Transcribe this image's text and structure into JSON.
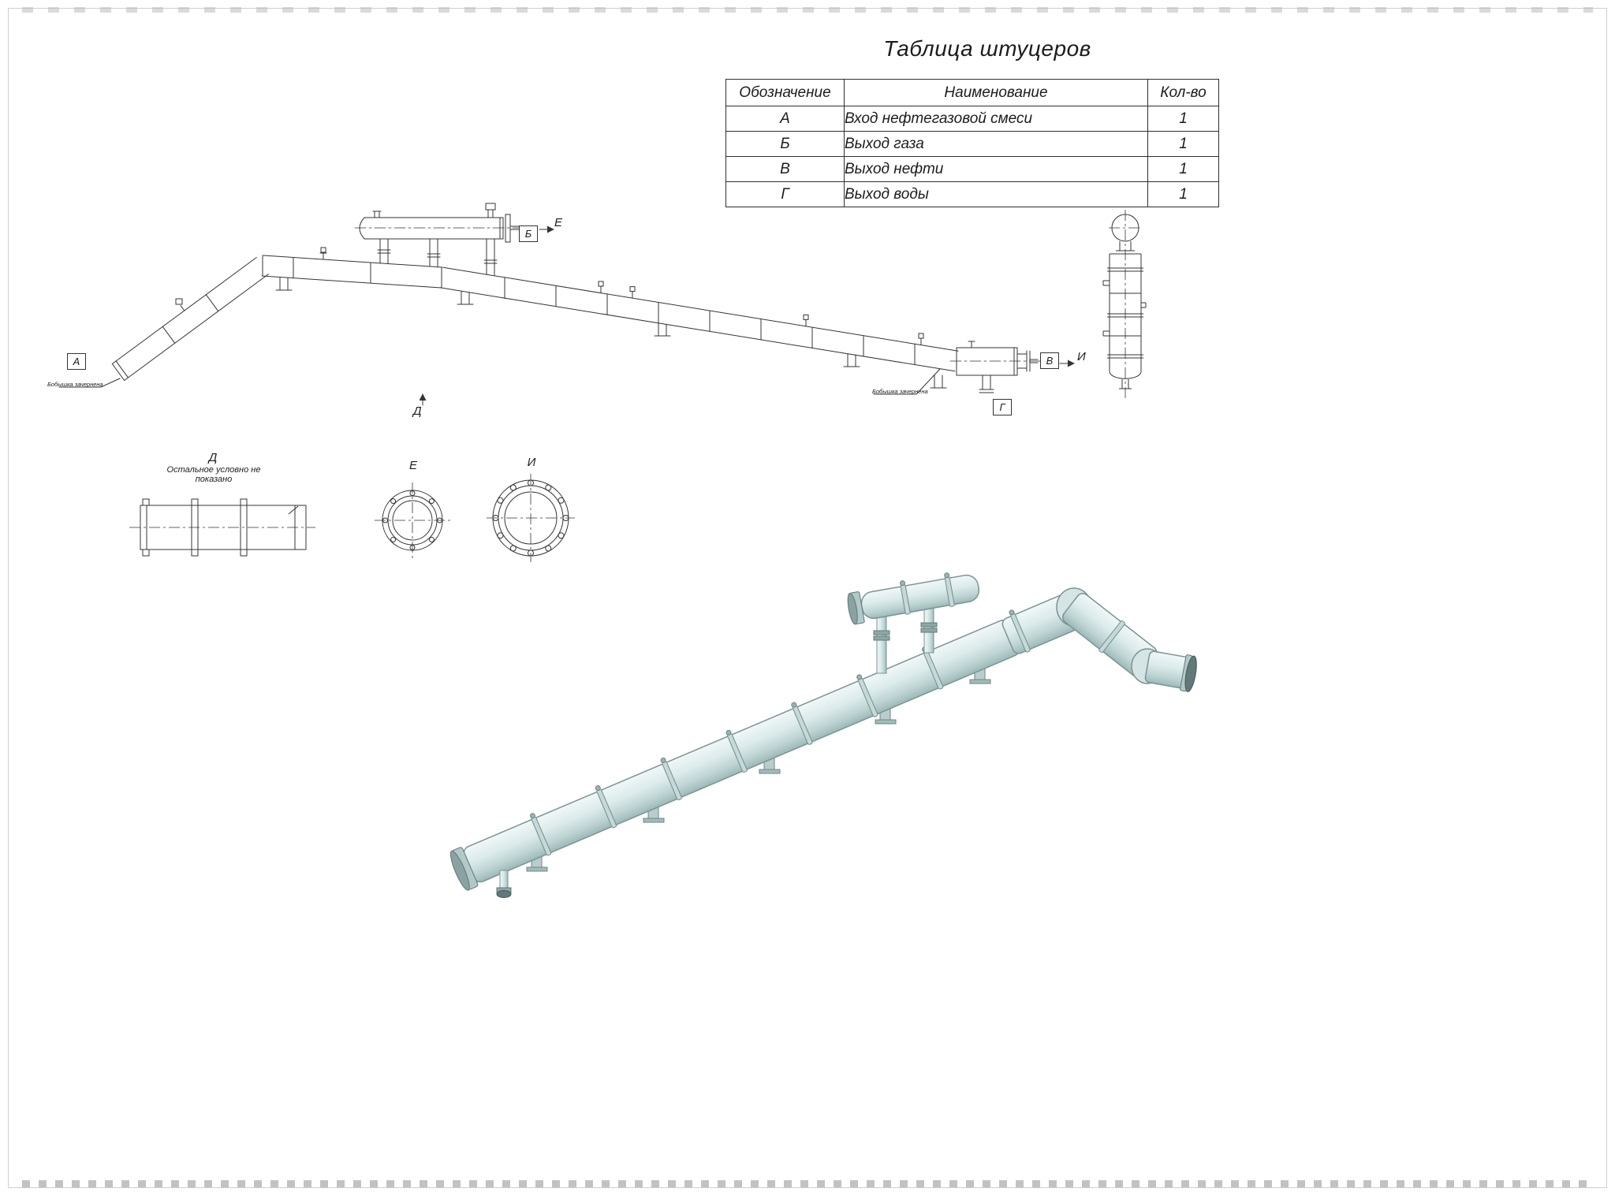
{
  "sheet": {
    "title": "Таблица штуцеров"
  },
  "table": {
    "headers": {
      "designation": "Обозначение",
      "name": "Наименование",
      "qty": "Кол-во"
    },
    "rows": [
      {
        "designation": "А",
        "name": "Вход нефтегазовой смеси",
        "qty": "1"
      },
      {
        "designation": "Б",
        "name": "Выход газа",
        "qty": "1"
      },
      {
        "designation": "В",
        "name": "Выход нефти",
        "qty": "1"
      },
      {
        "designation": "Г",
        "name": "Выход воды",
        "qty": "1"
      }
    ]
  },
  "markers": {
    "inlet": "А",
    "gas": "Б",
    "oil": "В",
    "water": "Г"
  },
  "views": {
    "d": {
      "title": "Д",
      "note_line1": "Остальное условно не",
      "note_line2": "показано"
    },
    "e": {
      "title": "Е"
    },
    "i": {
      "title": "И"
    }
  },
  "callouts": {
    "boss_left": "Бобышка зачернена",
    "boss_right": "Бобышка зачернена"
  },
  "colors": {
    "line": "#343434",
    "render_light": "#f1f7f7",
    "render_mid": "#d7e5e5",
    "render_dark": "#a3bcbc",
    "render_stroke": "#7b9494",
    "flange_dark": "#5e7878"
  }
}
